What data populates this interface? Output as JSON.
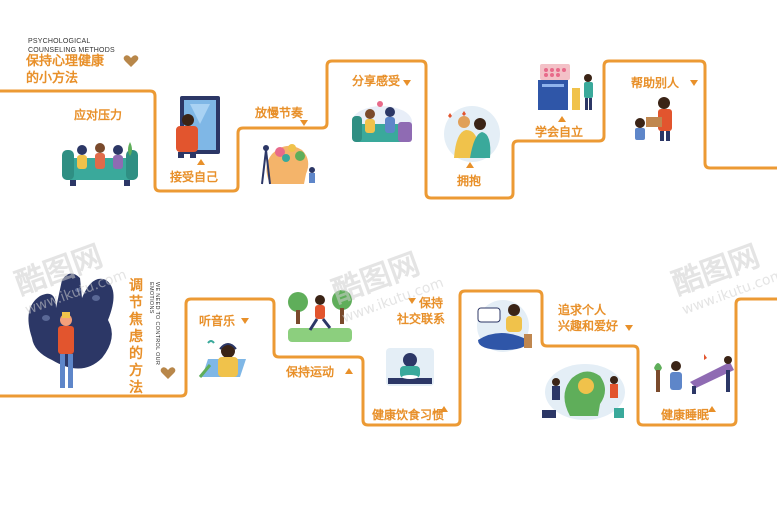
{
  "header": {
    "subtitle_line1": "PSYCHOLOGICAL",
    "subtitle_line2": "COUNSELING METHODS",
    "title_line1": "保持心理健康",
    "title_line2": "的小方法"
  },
  "top_steps": [
    {
      "label": "应对压力",
      "icon": "group-sofa-illustration"
    },
    {
      "label": "接受自己",
      "icon": "mirror-illustration"
    },
    {
      "label": "放慢节奏",
      "icon": "head-garden-illustration"
    },
    {
      "label": "分享感受",
      "icon": "friends-sofa-illustration"
    },
    {
      "label": "拥抱",
      "icon": "hug-illustration"
    },
    {
      "label": "学会自立",
      "icon": "calendar-planning-illustration"
    },
    {
      "label": "帮助别人",
      "icon": "helping-child-illustration"
    }
  ],
  "section2": {
    "title_vertical": "调节焦虑的方法",
    "subtitle_vertical": "WE NEED TO CONTROL OUR EMOTIONS"
  },
  "bottom_steps": [
    {
      "label": "听音乐",
      "icon": "music-headphones-illustration"
    },
    {
      "label": "保持运动",
      "icon": "running-illustration"
    },
    {
      "label": "健康饮食习惯",
      "icon": "eating-illustration"
    },
    {
      "label_line1": "保持",
      "label_line2": "社交联系",
      "icon": "social-phone-illustration"
    },
    {
      "label_line1": "追求个人",
      "label_line2": "兴趣和爱好",
      "icon": "hobbies-illustration"
    },
    {
      "label": "健康睡眠",
      "icon": "sleeping-illustration"
    }
  ],
  "watermark": {
    "brand": "酷图网",
    "url": "www.ikutu.com"
  },
  "colors": {
    "accent": "#e8902a",
    "line": "#ec9a34",
    "dark": "#2c3766",
    "teal": "#3aa99b"
  }
}
